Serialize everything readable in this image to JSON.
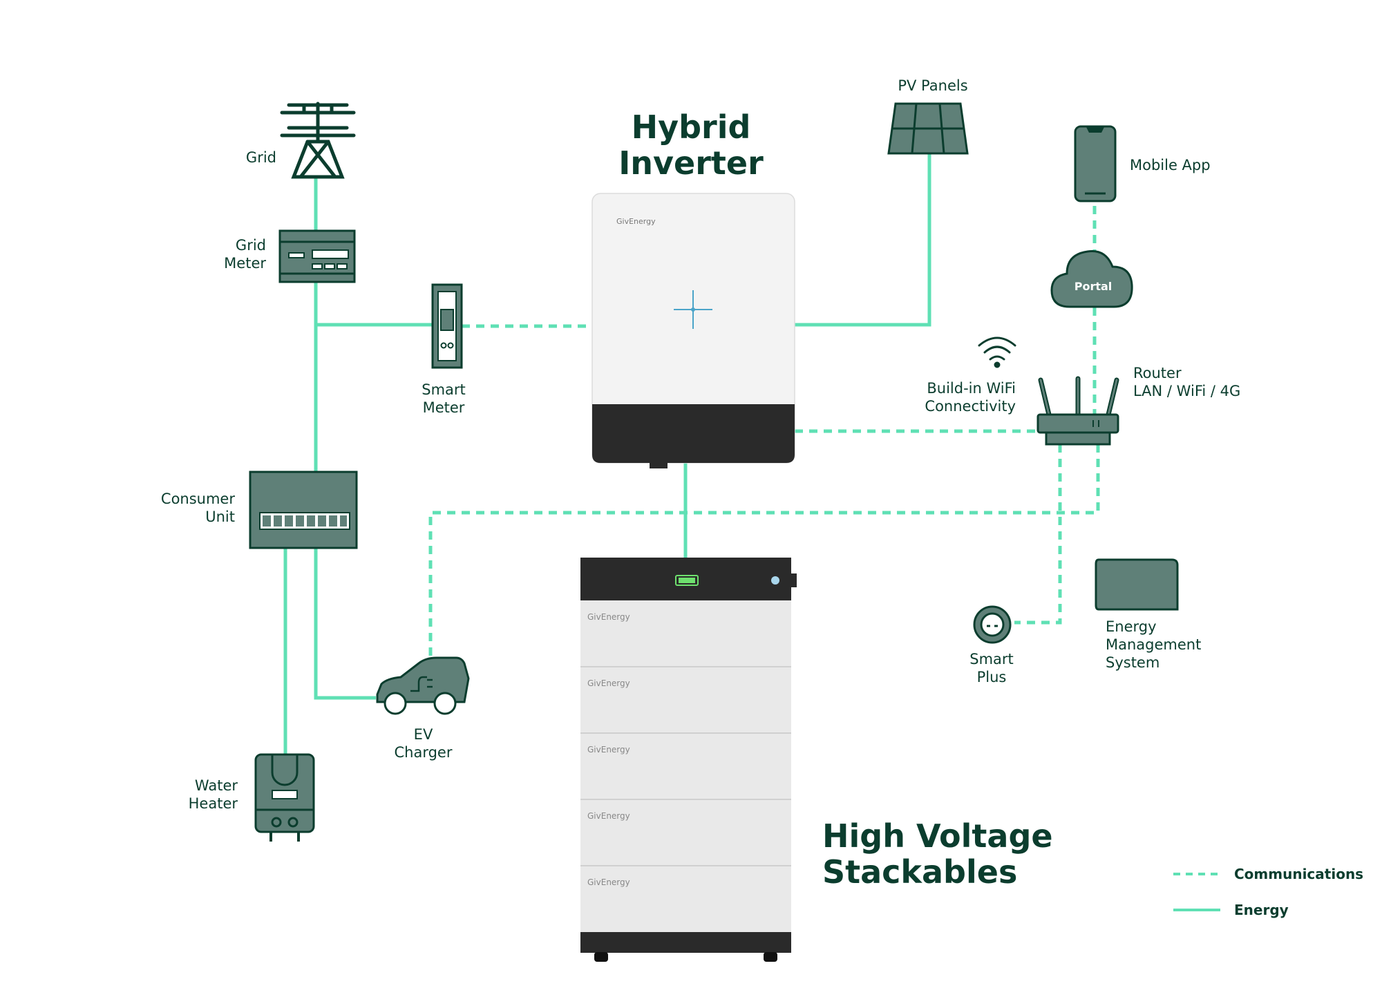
{
  "colors": {
    "energy_line": "#5fe0b4",
    "comms_line": "#5fe0b4",
    "icon_fill": "#5f8078",
    "icon_stroke": "#0b3d2e",
    "text": "#0b3d2e"
  },
  "titles": {
    "inverter": "Hybrid\nInverter",
    "stackables": "High Voltage\nStackables"
  },
  "labels": {
    "grid": "Grid",
    "grid_meter": "Grid\nMeter",
    "smart_meter": "Smart\nMeter",
    "consumer_unit": "Consumer\nUnit",
    "water_heater": "Water\nHeater",
    "ev_charger": "EV\nCharger",
    "pv_panels": "PV Panels",
    "mobile_app": "Mobile App",
    "portal": "Portal",
    "wifi": "Build-in WiFi\nConnectivity",
    "router": "Router\nLAN / WiFi / 4G",
    "smart_plus": "Smart\nPlus",
    "ems": "Energy\nManagement\nSystem"
  },
  "brand": "GivEnergy",
  "legend": {
    "communications": "Communications",
    "energy": "Energy"
  },
  "icons": [
    "pylon-icon",
    "meter-icon",
    "smart-meter-icon",
    "consumer-unit-icon",
    "water-heater-icon",
    "ev-car-icon",
    "solar-panel-icon",
    "phone-icon",
    "cloud-icon",
    "wifi-icon",
    "router-icon",
    "smart-plug-icon",
    "ems-icon"
  ]
}
